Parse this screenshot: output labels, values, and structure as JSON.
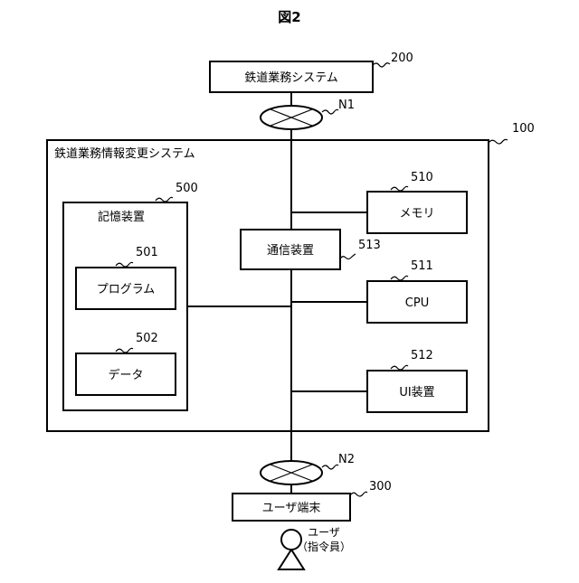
{
  "figure": {
    "title": "図2"
  },
  "nodes": {
    "railway_system": {
      "label": "鉄道業務システム",
      "ref": "200"
    },
    "network_n1": {
      "label": "N1"
    },
    "info_change_system": {
      "label": "鉄道業務情報変更システム",
      "ref": "100"
    },
    "storage": {
      "label": "記憶装置",
      "ref": "500"
    },
    "program": {
      "label": "プログラム",
      "ref": "501"
    },
    "data": {
      "label": "データ",
      "ref": "502"
    },
    "comm": {
      "label": "通信装置",
      "ref": "513"
    },
    "memory": {
      "label": "メモリ",
      "ref": "510"
    },
    "cpu": {
      "label": "CPU",
      "ref": "511"
    },
    "ui": {
      "label": "UI装置",
      "ref": "512"
    },
    "network_n2": {
      "label": "N2"
    },
    "user_terminal": {
      "label": "ユーザ端末",
      "ref": "300"
    },
    "user": {
      "label_line1": "ユーザ",
      "label_line2": "（指令員）"
    }
  }
}
